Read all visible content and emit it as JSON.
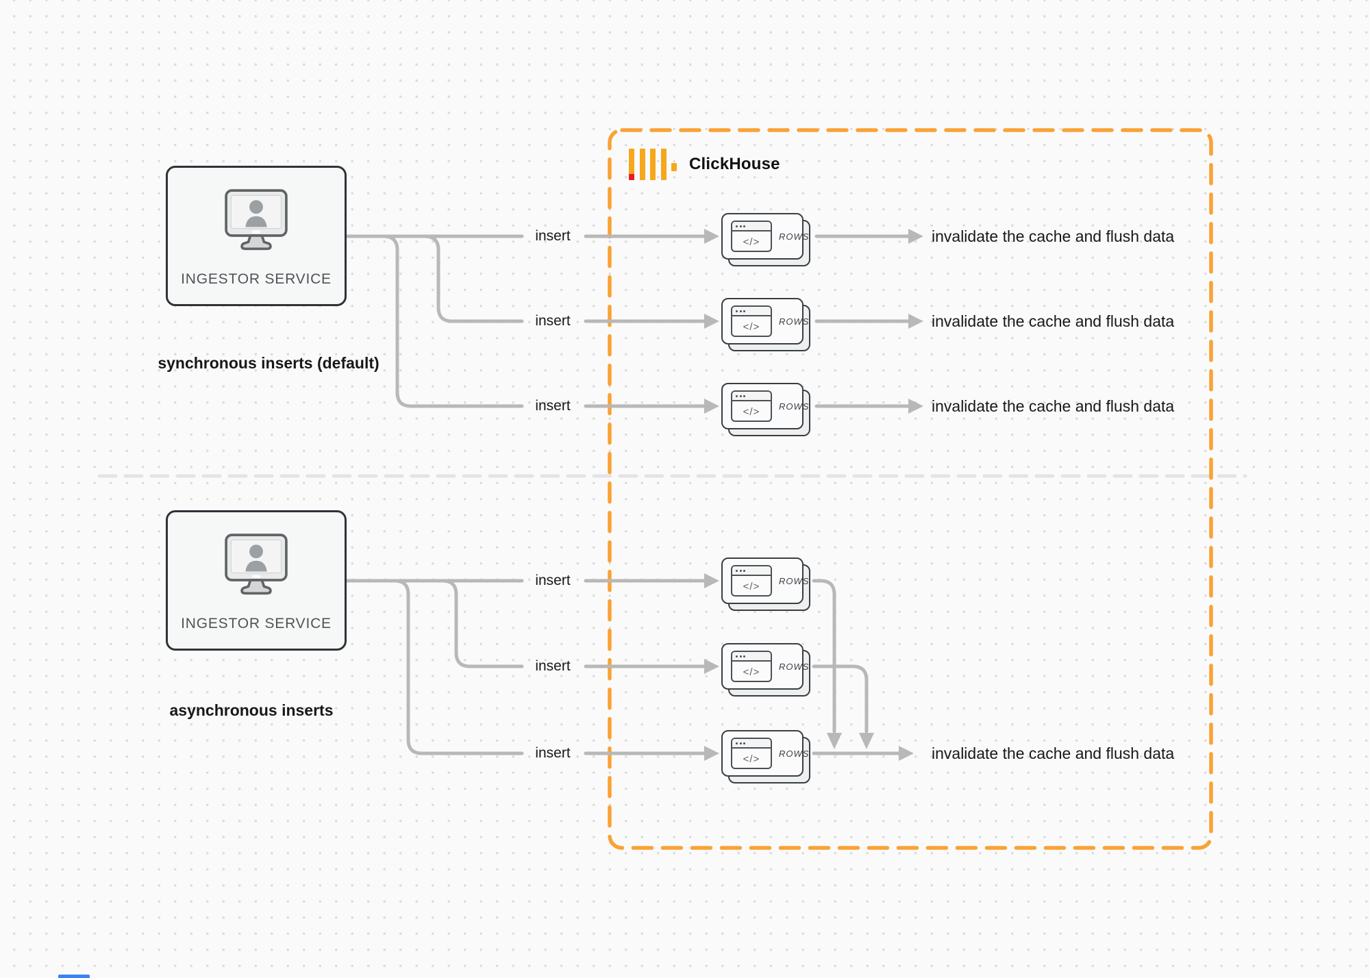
{
  "clickhouse": {
    "label": "ClickHouse",
    "border_color": "#F9A235",
    "logo_yellow": "#F5A81C",
    "logo_red": "#EC1B24"
  },
  "colors": {
    "arrow_gray": "#B8B8B8",
    "node_border": "#2E3338",
    "text": "#17181A",
    "divider": "#E4E4E6",
    "background": "#FAFAFA",
    "dot": "#DCDCDC"
  },
  "sections": [
    {
      "name": "synchronous",
      "source_label": "INGESTOR SERVICE",
      "caption": "synchronous inserts (default)",
      "rows": [
        {
          "insert_label": "insert",
          "card_code": "</>",
          "card_label": "ROWS",
          "result_label": "invalidate the cache and flush data"
        },
        {
          "insert_label": "insert",
          "card_code": "</>",
          "card_label": "ROWS",
          "result_label": "invalidate the cache and flush data"
        },
        {
          "insert_label": "insert",
          "card_code": "</>",
          "card_label": "ROWS",
          "result_label": "invalidate the cache and flush data"
        }
      ]
    },
    {
      "name": "asynchronous",
      "source_label": "INGESTOR SERVICE",
      "caption": "asynchronous inserts",
      "rows": [
        {
          "insert_label": "insert",
          "card_code": "</>",
          "card_label": "ROWS"
        },
        {
          "insert_label": "insert",
          "card_code": "</>",
          "card_label": "ROWS"
        },
        {
          "insert_label": "insert",
          "card_code": "</>",
          "card_label": "ROWS",
          "result_label": "invalidate the cache and flush data"
        }
      ]
    }
  ]
}
